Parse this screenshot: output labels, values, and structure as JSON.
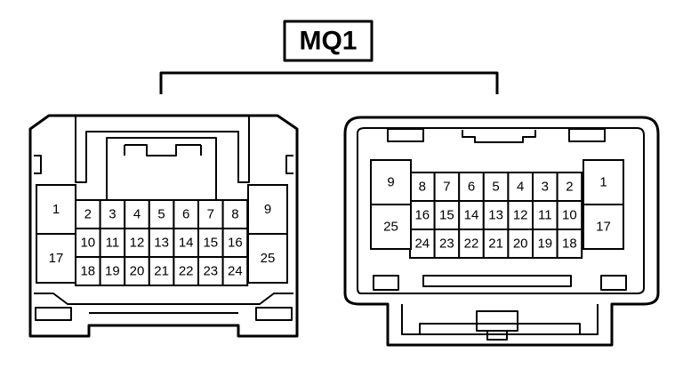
{
  "title": "MQ1",
  "left": {
    "side_top": [
      "1",
      "9"
    ],
    "side_bottom": [
      "17",
      "25"
    ],
    "rows": [
      [
        "2",
        "3",
        "4",
        "5",
        "6",
        "7",
        "8"
      ],
      [
        "10",
        "11",
        "12",
        "13",
        "14",
        "15",
        "16"
      ],
      [
        "18",
        "19",
        "20",
        "21",
        "22",
        "23",
        "24"
      ]
    ]
  },
  "right": {
    "side_top": [
      "9",
      "1"
    ],
    "side_bottom": [
      "25",
      "17"
    ],
    "rows": [
      [
        "8",
        "7",
        "6",
        "5",
        "4",
        "3",
        "2"
      ],
      [
        "16",
        "15",
        "14",
        "13",
        "12",
        "11",
        "10"
      ],
      [
        "24",
        "23",
        "22",
        "21",
        "20",
        "19",
        "18"
      ]
    ]
  }
}
